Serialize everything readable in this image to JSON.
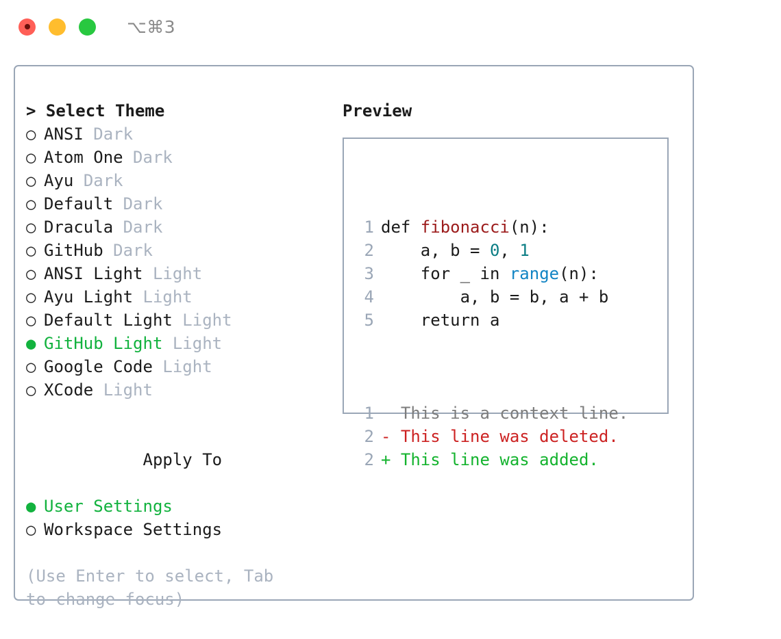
{
  "titlebar": {
    "shortcut": "⌥⌘3",
    "buttons": [
      {
        "name": "close",
        "color": "#ff5f57",
        "recording": true
      },
      {
        "name": "minimize",
        "color": "#ffbd2e",
        "recording": false
      },
      {
        "name": "maximize",
        "color": "#28c840",
        "recording": false
      }
    ]
  },
  "colors": {
    "accent_green": "#12b23e",
    "muted": "#aab3c0",
    "border": "#9aa6b6",
    "text": "#1b1b1b",
    "diff_add": "#14b32e",
    "diff_del": "#cc2222",
    "diff_ctx": "#7d7d7d",
    "syntax_function": "#9c1b1b",
    "syntax_number": "#0b7d84",
    "syntax_call": "#1184c4",
    "line_number": "#9aa6b6"
  },
  "theme_list": {
    "header": "> Select Theme",
    "items": [
      {
        "bullet": "○",
        "label": "ANSI",
        "variant": "Dark",
        "selected": false
      },
      {
        "bullet": "○",
        "label": "Atom One",
        "variant": "Dark",
        "selected": false
      },
      {
        "bullet": "○",
        "label": "Ayu",
        "variant": "Dark",
        "selected": false
      },
      {
        "bullet": "○",
        "label": "Default",
        "variant": "Dark",
        "selected": false
      },
      {
        "bullet": "○",
        "label": "Dracula",
        "variant": "Dark",
        "selected": false
      },
      {
        "bullet": "○",
        "label": "GitHub",
        "variant": "Dark",
        "selected": false
      },
      {
        "bullet": "○",
        "label": "ANSI Light",
        "variant": "Light",
        "selected": false
      },
      {
        "bullet": "○",
        "label": "Ayu Light",
        "variant": "Light",
        "selected": false
      },
      {
        "bullet": "○",
        "label": "Default Light",
        "variant": "Light",
        "selected": false
      },
      {
        "bullet": "●",
        "label": "GitHub Light",
        "variant": "Light",
        "selected": true
      },
      {
        "bullet": "○",
        "label": "Google Code",
        "variant": "Light",
        "selected": false
      },
      {
        "bullet": "○",
        "label": "XCode",
        "variant": "Light",
        "selected": false
      }
    ]
  },
  "apply_to": {
    "title": "Apply To",
    "items": [
      {
        "bullet": "●",
        "label": "User Settings",
        "selected": true
      },
      {
        "bullet": "○",
        "label": "Workspace Settings",
        "selected": false
      }
    ]
  },
  "hint": "(Use Enter to select, Tab to change focus)",
  "preview": {
    "title": "Preview",
    "code_lines": [
      {
        "num": "1",
        "tokens": [
          {
            "t": "def ",
            "c": "tok-def"
          },
          {
            "t": "fibonacci",
            "c": "tok-fn"
          },
          {
            "t": "(n):",
            "c": "tok-plain"
          }
        ]
      },
      {
        "num": "2",
        "tokens": [
          {
            "t": "    a, b = ",
            "c": "tok-plain"
          },
          {
            "t": "0",
            "c": "tok-num"
          },
          {
            "t": ", ",
            "c": "tok-plain"
          },
          {
            "t": "1",
            "c": "tok-num"
          }
        ]
      },
      {
        "num": "3",
        "tokens": [
          {
            "t": "    for _ in ",
            "c": "tok-plain"
          },
          {
            "t": "range",
            "c": "tok-call"
          },
          {
            "t": "(n):",
            "c": "tok-plain"
          }
        ]
      },
      {
        "num": "4",
        "tokens": [
          {
            "t": "        a, b = b, a + b",
            "c": "tok-plain"
          }
        ]
      },
      {
        "num": "5",
        "tokens": [
          {
            "t": "    return a",
            "c": "tok-plain"
          }
        ]
      }
    ],
    "diff_lines": [
      {
        "num": "1",
        "mark": " ",
        "text": " This is a context line.",
        "kind": "d-ctx"
      },
      {
        "num": "2",
        "mark": "-",
        "text": " This line was deleted.",
        "kind": "d-del"
      },
      {
        "num": "2",
        "mark": "+",
        "text": " This line was added.",
        "kind": "d-add"
      }
    ]
  }
}
